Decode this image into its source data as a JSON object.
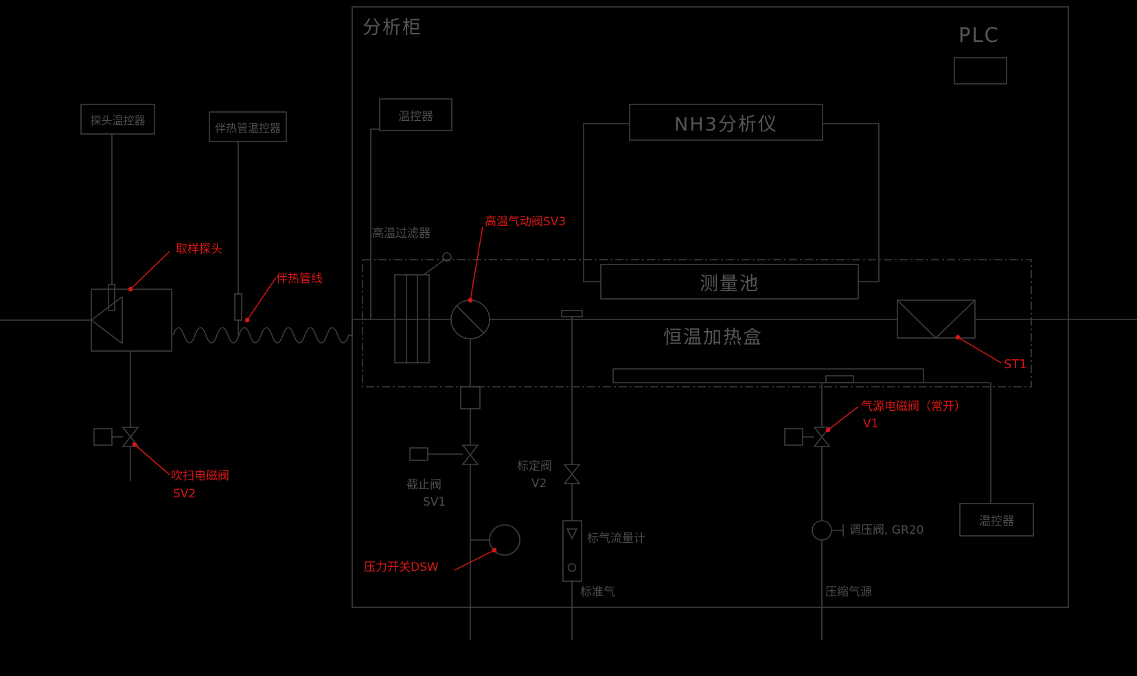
{
  "colors": {
    "background": "#000000",
    "line": "#3f3f3f",
    "text": "#4d4d4d",
    "title": "#565656",
    "accent": "#d91616"
  },
  "cabinet": {
    "title": "分析柜",
    "plc": "PLC"
  },
  "left_field": {
    "probe_temp_controller": "探头温控器",
    "trace_temp_controller": "伴热管温控器",
    "sampling_probe": "取样探头",
    "heat_trace_line": "伴热管线",
    "purge_valve": "吹扫电磁阀",
    "purge_valve_tag": "SV2"
  },
  "cabinet_items": {
    "temp_controller_top": "温控器",
    "nh3_analyzer": "NH3分析仪",
    "high_temp_filter": "高温过滤器",
    "sv3_valve": "高温气动阀SV3",
    "measurement_cell": "测量池",
    "heating_box": "恒温加热盒",
    "shutoff_valve": "截止阀",
    "shutoff_valve_tag": "SV1",
    "calibration_valve": "标定阀",
    "calibration_valve_tag": "V2",
    "flowmeter": "标气流量计",
    "standard_gas": "标准气",
    "pressure_switch": "压力开关DSW",
    "air_solenoid": "气源电磁阀（常开）",
    "air_solenoid_tag": "V1",
    "regulator": "调压阀, GR20",
    "compressed_air": "压缩气源",
    "st1_tag": "ST1",
    "temp_controller_bottom": "温控器"
  }
}
